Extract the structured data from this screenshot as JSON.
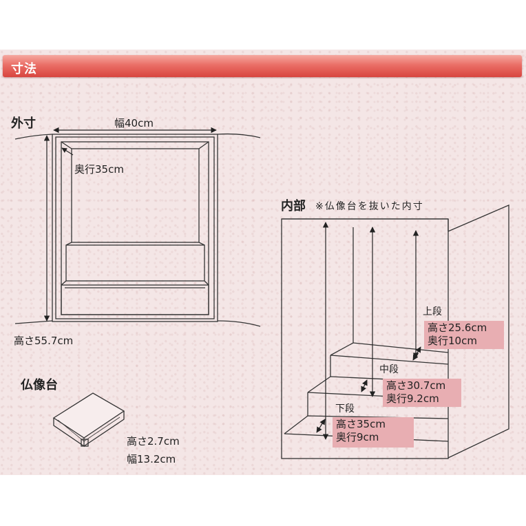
{
  "header": {
    "title": "寸法",
    "bar_color": "#e2574f"
  },
  "outer": {
    "title": "外寸",
    "width": "幅40cm",
    "depth": "奥行35cm",
    "height": "高さ55.7cm"
  },
  "stand": {
    "title": "仏像台",
    "height": "高さ2.7cm",
    "width": "幅13.2cm"
  },
  "inner": {
    "title": "内部",
    "note": "※仏像台を抜いた内寸",
    "upper": {
      "label": "上段",
      "height": "高さ25.6cm",
      "depth": "奥行10cm"
    },
    "middle": {
      "label": "中段",
      "height": "高さ30.7cm",
      "depth": "奥行9.2cm"
    },
    "lower": {
      "label": "下段",
      "height": "高さ35cm",
      "depth": "奥行9cm"
    },
    "box_color": "#e8aeb2"
  }
}
